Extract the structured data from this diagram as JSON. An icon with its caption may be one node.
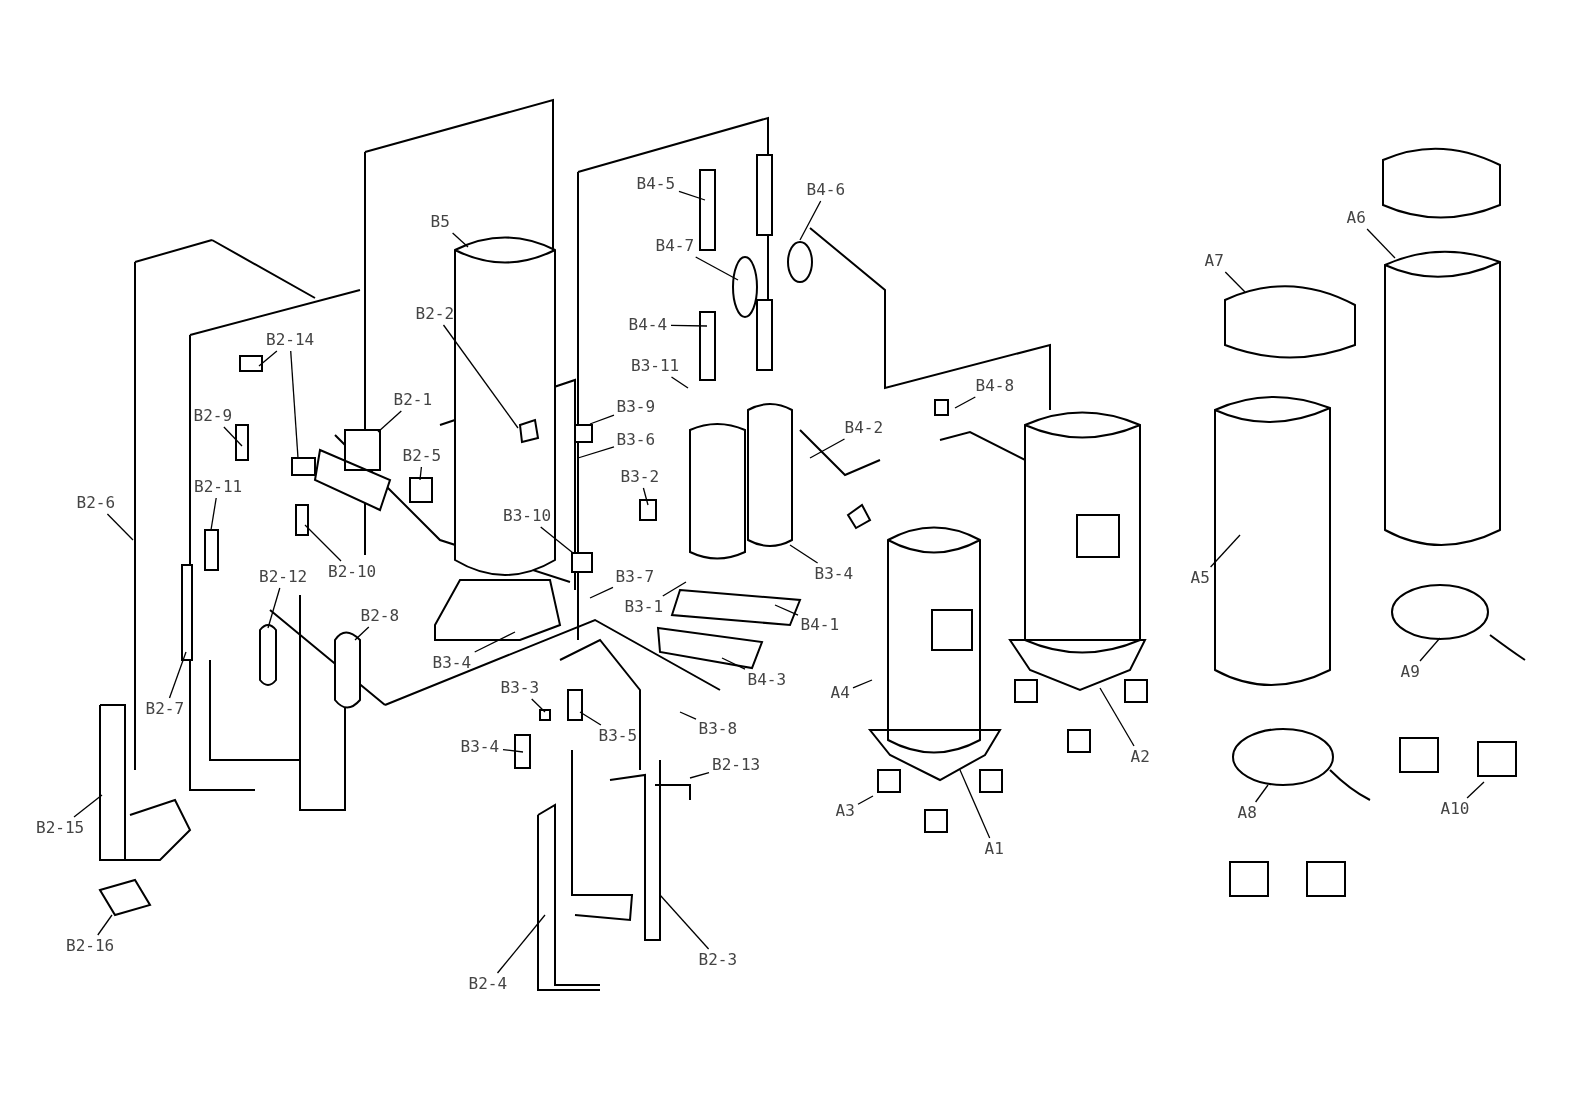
{
  "diagram": {
    "nodes": [
      {
        "text": [
          "B4-5"
        ]
      },
      {
        "text": [
          "B4-6"
        ]
      },
      {
        "text": [
          "B5"
        ]
      },
      {
        "text": [
          "A6"
        ]
      },
      {
        "text": [
          "B4-7"
        ]
      },
      {
        "text": [
          "A7"
        ]
      },
      {
        "text": [
          "B2-2"
        ]
      },
      {
        "text": [
          "B4-4"
        ]
      },
      {
        "text": [
          "B2-14"
        ]
      },
      {
        "text": [
          "B3-11"
        ]
      },
      {
        "text": [
          "B4-8"
        ]
      },
      {
        "text": [
          "B2-1"
        ]
      },
      {
        "text": [
          "B3-9"
        ]
      },
      {
        "text": [
          "B2-9"
        ]
      },
      {
        "text": [
          "B4-2"
        ]
      },
      {
        "text": [
          "B3-6"
        ]
      },
      {
        "text": [
          "B2-5"
        ]
      },
      {
        "text": [
          "B3-2"
        ]
      },
      {
        "text": [
          "B2-11"
        ]
      },
      {
        "text": [
          "B2-6"
        ]
      },
      {
        "text": [
          "B3-10"
        ]
      },
      {
        "text": [
          "B2-10"
        ]
      },
      {
        "text": [
          "B3-7"
        ]
      },
      {
        "text": [
          "B2-12"
        ]
      },
      {
        "text": [
          "B3-4"
        ]
      },
      {
        "text": [
          "A5"
        ]
      },
      {
        "text": [
          "B3-1"
        ]
      },
      {
        "text": [
          "B2-8"
        ]
      },
      {
        "text": [
          "B4-1"
        ]
      },
      {
        "text": [
          "B3-4"
        ]
      },
      {
        "text": [
          "A9"
        ]
      },
      {
        "text": [
          "B4-3"
        ]
      },
      {
        "text": [
          "B3-3"
        ]
      },
      {
        "text": [
          "A4"
        ]
      },
      {
        "text": [
          "B2-7"
        ]
      },
      {
        "text": [
          "B3-8"
        ]
      },
      {
        "text": [
          "B3-5"
        ]
      },
      {
        "text": [
          "B3-4"
        ]
      },
      {
        "text": [
          "B2-13"
        ]
      },
      {
        "text": [
          "A2"
        ]
      },
      {
        "text": [
          "A3"
        ]
      },
      {
        "text": [
          "A10"
        ]
      },
      {
        "text": [
          "A8"
        ]
      },
      {
        "text": [
          "B2-15"
        ]
      },
      {
        "text": [
          "A1"
        ]
      },
      {
        "text": [
          "B2-16"
        ]
      },
      {
        "text": [
          "B2-3"
        ]
      },
      {
        "text": [
          "B2-4"
        ]
      }
    ],
    "edges": [
      {
        "from": 0,
        "to": null,
        "arrow": "none"
      },
      {
        "from": 1,
        "to": null,
        "arrow": "none"
      },
      {
        "from": 2,
        "to": null,
        "arrow": "none"
      },
      {
        "from": 3,
        "to": null,
        "arrow": "none"
      },
      {
        "from": 4,
        "to": null,
        "arrow": "none"
      },
      {
        "from": 5,
        "to": null,
        "arrow": "none"
      },
      {
        "from": 6,
        "to": null,
        "arrow": "none"
      },
      {
        "from": 7,
        "to": null,
        "arrow": "none"
      },
      {
        "from": 8,
        "to": null,
        "arrow": "none"
      },
      {
        "from": 8,
        "to": null,
        "arrow": "none"
      },
      {
        "from": 9,
        "to": null,
        "arrow": "none"
      },
      {
        "from": 10,
        "to": null,
        "arrow": "none"
      },
      {
        "from": 11,
        "to": null,
        "arrow": "none"
      },
      {
        "from": 12,
        "to": null,
        "arrow": "none"
      },
      {
        "from": 13,
        "to": null,
        "arrow": "none"
      },
      {
        "from": 14,
        "to": null,
        "arrow": "none"
      },
      {
        "from": 15,
        "to": null,
        "arrow": "none"
      },
      {
        "from": 16,
        "to": null,
        "arrow": "none"
      },
      {
        "from": 17,
        "to": null,
        "arrow": "none"
      },
      {
        "from": 18,
        "to": null,
        "arrow": "none"
      },
      {
        "from": 19,
        "to": null,
        "arrow": "none"
      },
      {
        "from": 20,
        "to": null,
        "arrow": "none"
      },
      {
        "from": 21,
        "to": null,
        "arrow": "none"
      },
      {
        "from": 22,
        "to": null,
        "arrow": "none"
      },
      {
        "from": 23,
        "to": null,
        "arrow": "none"
      },
      {
        "from": 24,
        "to": null,
        "arrow": "none"
      },
      {
        "from": 25,
        "to": null,
        "arrow": "none"
      },
      {
        "from": 26,
        "to": null,
        "arrow": "none"
      },
      {
        "from": 27,
        "to": null,
        "arrow": "none"
      },
      {
        "from": 28,
        "to": null,
        "arrow": "none"
      },
      {
        "from": 29,
        "to": null,
        "arrow": "none"
      },
      {
        "from": 30,
        "to": null,
        "arrow": "none"
      },
      {
        "from": 31,
        "to": null,
        "arrow": "none"
      },
      {
        "from": 32,
        "to": null,
        "arrow": "none"
      },
      {
        "from": 33,
        "to": null,
        "arrow": "none"
      },
      {
        "from": 34,
        "to": null,
        "arrow": "none"
      },
      {
        "from": 35,
        "to": null,
        "arrow": "none"
      },
      {
        "from": 36,
        "to": null,
        "arrow": "none"
      },
      {
        "from": 37,
        "to": null,
        "arrow": "none"
      },
      {
        "from": 38,
        "to": null,
        "arrow": "none"
      },
      {
        "from": 39,
        "to": null,
        "arrow": "none"
      },
      {
        "from": 40,
        "to": null,
        "arrow": "none"
      },
      {
        "from": 41,
        "to": null,
        "arrow": "none"
      },
      {
        "from": 42,
        "to": null,
        "arrow": "none"
      },
      {
        "from": 43,
        "to": null,
        "arrow": "none"
      },
      {
        "from": 44,
        "to": null,
        "arrow": "none"
      },
      {
        "from": 45,
        "to": null,
        "arrow": "none"
      },
      {
        "from": 46,
        "to": null,
        "arrow": "none"
      },
      {
        "from": 47,
        "to": null,
        "arrow": "none"
      }
    ]
  }
}
